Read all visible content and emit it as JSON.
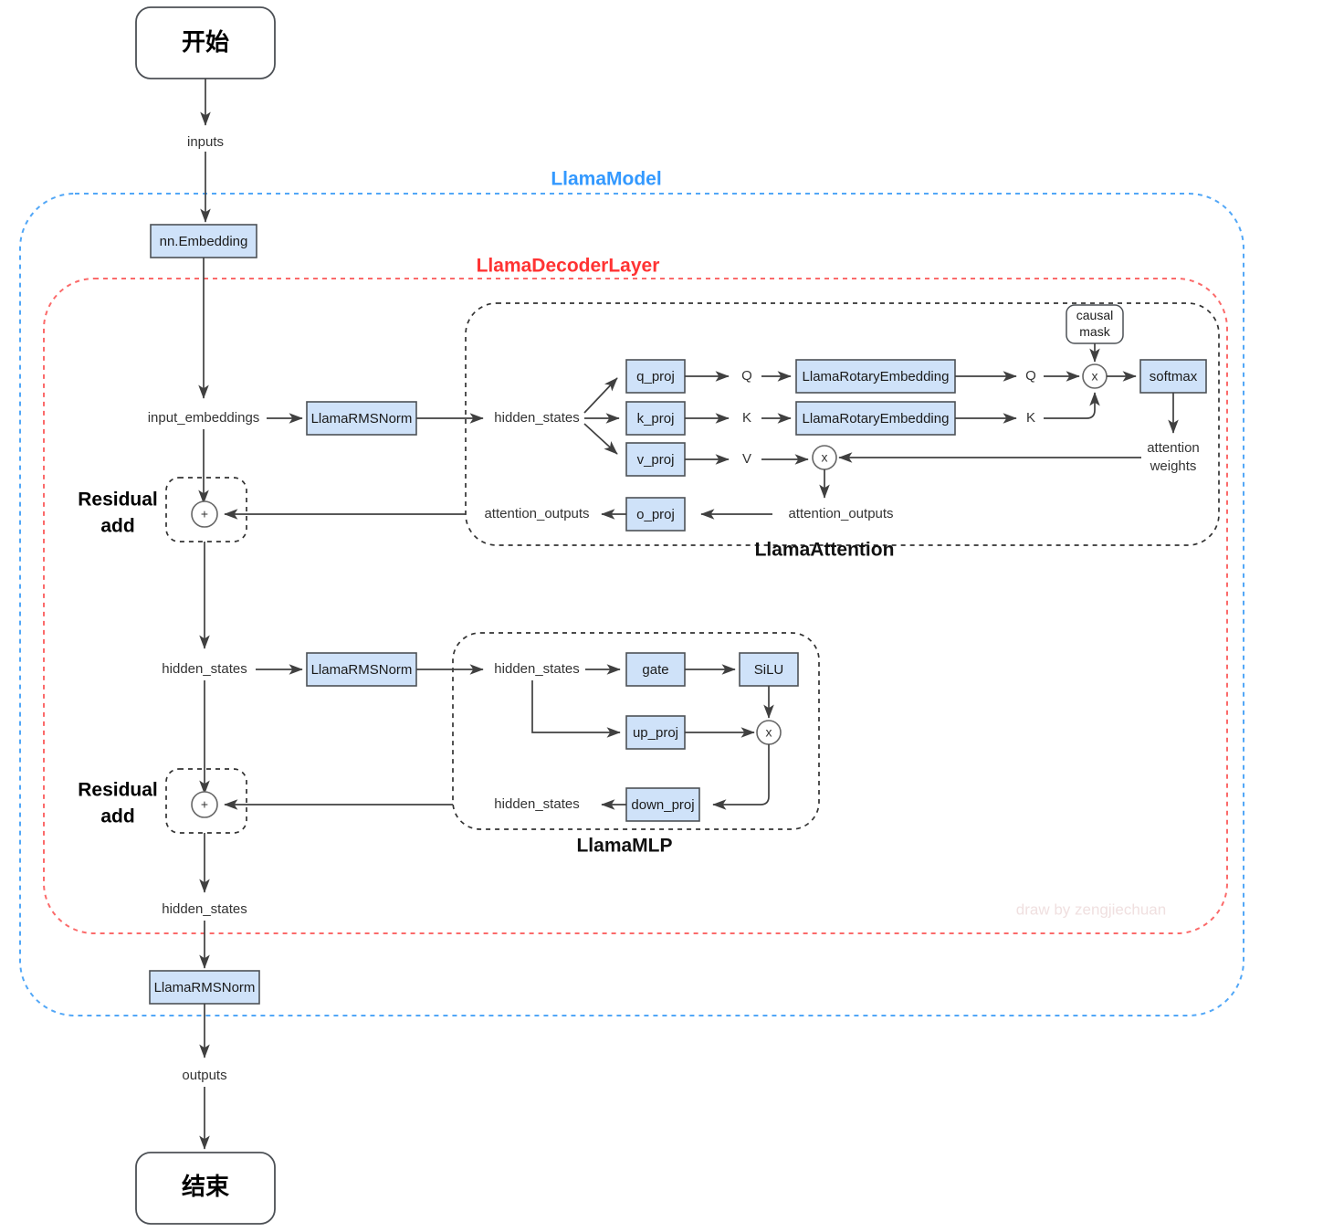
{
  "diagram": {
    "title": "LLaMA model architecture flowchart",
    "watermark": "draw by zengjiechuan",
    "colors": {
      "node_fill": "#cfe2f9",
      "node_stroke": "#4d5156",
      "model_group": "#52a7f7",
      "decoder_group": "#fb6a6a",
      "inner_group": "#333333",
      "edge": "#404040"
    }
  },
  "groups": {
    "model": {
      "label": "LlamaModel"
    },
    "decoder": {
      "label": "LlamaDecoderLayer"
    },
    "attention": {
      "label": "LlamaAttention"
    },
    "mlp": {
      "label": "LlamaMLP"
    }
  },
  "terminals": {
    "start": "开始",
    "end": "结束"
  },
  "nodes": {
    "embedding": "nn.Embedding",
    "rmsnorm_1": "LlamaRMSNorm",
    "rmsnorm_2": "LlamaRMSNorm",
    "rmsnorm_final": "LlamaRMSNorm",
    "q_proj": "q_proj",
    "k_proj": "k_proj",
    "v_proj": "v_proj",
    "o_proj": "o_proj",
    "rotary_q": "LlamaRotaryEmbedding",
    "rotary_k": "LlamaRotaryEmbedding",
    "softmax": "softmax",
    "causal_mask": "causal mask",
    "gate": "gate",
    "silu": "SiLU",
    "up_proj": "up_proj",
    "down_proj": "down_proj"
  },
  "ops": {
    "matmul_qk": "x",
    "matmul_av": "x",
    "mul_mlp": "x",
    "residual_add_1": "+",
    "residual_add_2": "+"
  },
  "residual_labels": {
    "first_line_1": "Residual",
    "first_line_2": "add",
    "second_line_1": "Residual",
    "second_line_2": "add"
  },
  "edge_labels": {
    "inputs": "inputs",
    "input_embeddings": "input_embeddings",
    "hidden_states_attn_in": "hidden_states",
    "q": "Q",
    "k": "K",
    "v": "V",
    "q_rotated": "Q",
    "k_rotated": "K",
    "attention_weights_l1": "attention",
    "attention_weights_l2": "weights",
    "attention_outputs_inner": "attention_outputs",
    "attention_outputs_outer": "attention_outputs",
    "hidden_states_mid": "hidden_states",
    "hidden_states_mlp_in": "hidden_states",
    "hidden_states_mlp_out": "hidden_states",
    "hidden_states_post": "hidden_states",
    "outputs": "outputs"
  }
}
